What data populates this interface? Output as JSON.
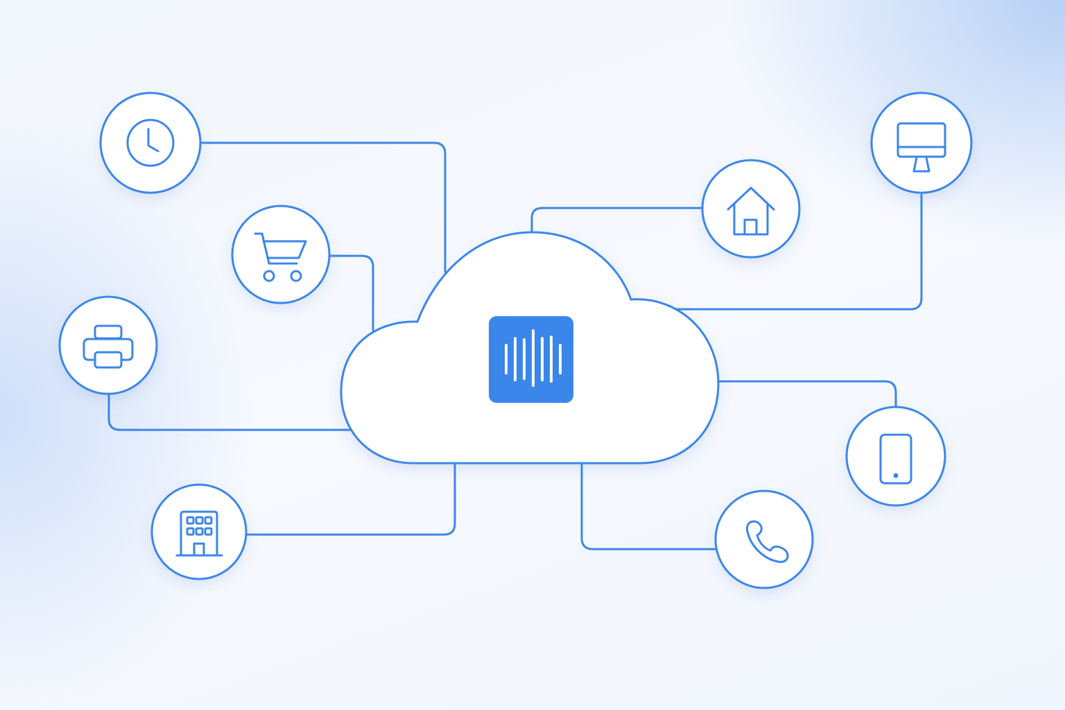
{
  "diagram": {
    "colors": {
      "stroke": "#3b86ea",
      "fill": "#ffffff",
      "accent": "#3b86ea"
    },
    "hub": {
      "name": "cloud",
      "icon": "audio-waveform-icon"
    },
    "nodes": [
      {
        "name": "clock",
        "icon": "clock-icon"
      },
      {
        "name": "shopping-cart",
        "icon": "shopping-cart-icon"
      },
      {
        "name": "printer",
        "icon": "printer-icon"
      },
      {
        "name": "office-building",
        "icon": "office-building-icon"
      },
      {
        "name": "home",
        "icon": "home-icon"
      },
      {
        "name": "desktop-monitor",
        "icon": "desktop-monitor-icon"
      },
      {
        "name": "smartphone",
        "icon": "smartphone-icon"
      },
      {
        "name": "telephone",
        "icon": "telephone-icon"
      }
    ]
  }
}
